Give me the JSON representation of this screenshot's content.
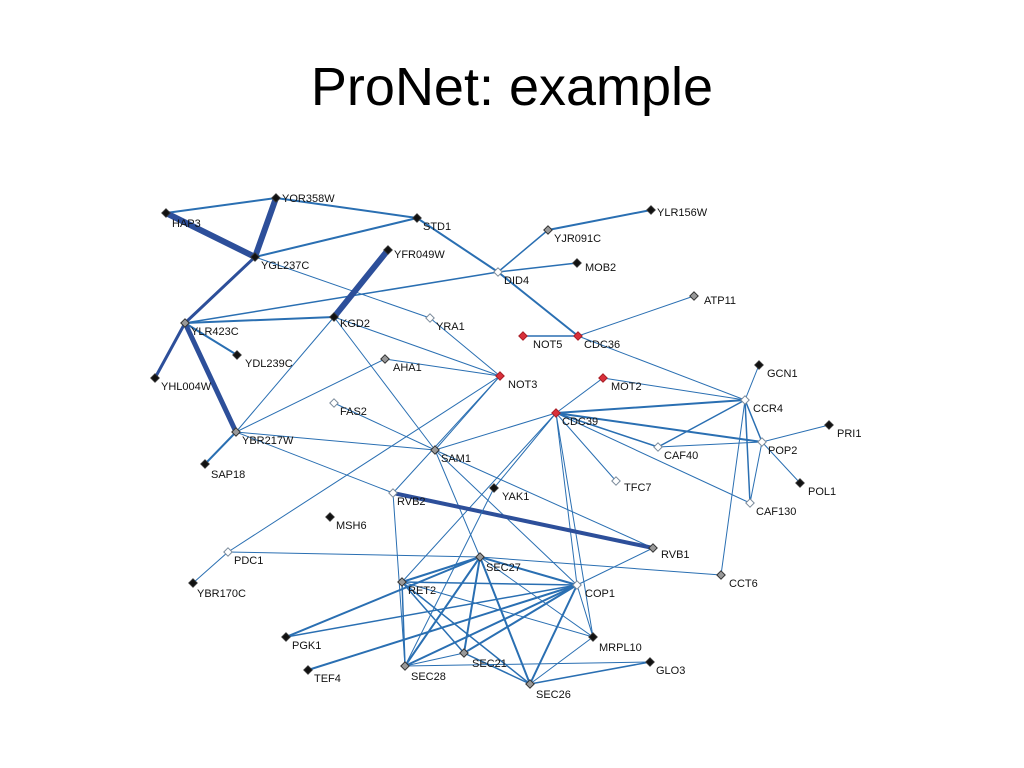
{
  "slide": {
    "title": "ProNet: example"
  },
  "colors": {
    "edge": "#2a6fb2",
    "edge_strong": "#2d4f9a",
    "node_black": "#111111",
    "node_white": "#ffffff",
    "node_gray": "#999999",
    "node_red": "#d9303a"
  },
  "network": {
    "nodes": [
      {
        "id": "YOR358W",
        "label": "YOR358W",
        "style": "black"
      },
      {
        "id": "HAP3",
        "label": "HAP3",
        "style": "black"
      },
      {
        "id": "STD1",
        "label": "STD1",
        "style": "black"
      },
      {
        "id": "YLR156W",
        "label": "YLR156W",
        "style": "black"
      },
      {
        "id": "YJR091C",
        "label": "YJR091C",
        "style": "gray"
      },
      {
        "id": "YGL237C",
        "label": "YGL237C",
        "style": "black"
      },
      {
        "id": "YFR049W",
        "label": "YFR049W",
        "style": "black"
      },
      {
        "id": "MOB2",
        "label": "MOB2",
        "style": "black"
      },
      {
        "id": "DID4",
        "label": "DID4",
        "style": "white"
      },
      {
        "id": "ATP11",
        "label": "ATP11",
        "style": "gray"
      },
      {
        "id": "YLR423C",
        "label": "YLR423C",
        "style": "gray"
      },
      {
        "id": "KGD2",
        "label": "KGD2",
        "style": "black"
      },
      {
        "id": "YRA1",
        "label": "YRA1",
        "style": "white"
      },
      {
        "id": "NOT5",
        "label": "NOT5",
        "style": "red"
      },
      {
        "id": "CDC36",
        "label": "CDC36",
        "style": "red"
      },
      {
        "id": "YDL239C",
        "label": "YDL239C",
        "style": "black"
      },
      {
        "id": "AHA1",
        "label": "AHA1",
        "style": "gray"
      },
      {
        "id": "GCN1",
        "label": "GCN1",
        "style": "black"
      },
      {
        "id": "NOT3",
        "label": "NOT3",
        "style": "red"
      },
      {
        "id": "MOT2",
        "label": "MOT2",
        "style": "red"
      },
      {
        "id": "YHL004W",
        "label": "YHL004W",
        "style": "black"
      },
      {
        "id": "CCR4",
        "label": "CCR4",
        "style": "white"
      },
      {
        "id": "FAS2",
        "label": "FAS2",
        "style": "white"
      },
      {
        "id": "CDC39",
        "label": "CDC39",
        "style": "red"
      },
      {
        "id": "PRI1",
        "label": "PRI1",
        "style": "black"
      },
      {
        "id": "YBR217W",
        "label": "YBR217W",
        "style": "gray"
      },
      {
        "id": "CAF40",
        "label": "CAF40",
        "style": "white"
      },
      {
        "id": "POP2",
        "label": "POP2",
        "style": "white"
      },
      {
        "id": "SAM1",
        "label": "SAM1",
        "style": "gray"
      },
      {
        "id": "SAP18",
        "label": "SAP18",
        "style": "black"
      },
      {
        "id": "TFC7",
        "label": "TFC7",
        "style": "white"
      },
      {
        "id": "YAK1",
        "label": "YAK1",
        "style": "black"
      },
      {
        "id": "POL1",
        "label": "POL1",
        "style": "black"
      },
      {
        "id": "RVB2",
        "label": "RVB2",
        "style": "white"
      },
      {
        "id": "CAF130",
        "label": "CAF130",
        "style": "white"
      },
      {
        "id": "MSH6",
        "label": "MSH6",
        "style": "black"
      },
      {
        "id": "RVB1",
        "label": "RVB1",
        "style": "gray"
      },
      {
        "id": "PDC1",
        "label": "PDC1",
        "style": "white"
      },
      {
        "id": "SEC27",
        "label": "SEC27",
        "style": "gray"
      },
      {
        "id": "CCT6",
        "label": "CCT6",
        "style": "gray"
      },
      {
        "id": "RET2",
        "label": "RET2",
        "style": "gray"
      },
      {
        "id": "COP1",
        "label": "COP1",
        "style": "white"
      },
      {
        "id": "YBR170C",
        "label": "YBR170C",
        "style": "black"
      },
      {
        "id": "PGK1",
        "label": "PGK1",
        "style": "black"
      },
      {
        "id": "MRPL10",
        "label": "MRPL10",
        "style": "black"
      },
      {
        "id": "SEC21",
        "label": "SEC21",
        "style": "gray"
      },
      {
        "id": "GLO3",
        "label": "GLO3",
        "style": "black"
      },
      {
        "id": "TEF4",
        "label": "TEF4",
        "style": "black"
      },
      {
        "id": "SEC28",
        "label": "SEC28",
        "style": "gray"
      },
      {
        "id": "SEC26",
        "label": "SEC26",
        "style": "gray"
      }
    ],
    "edges": [
      {
        "from": "HAP3",
        "to": "YOR358W",
        "weight": 2
      },
      {
        "from": "HAP3",
        "to": "YGL237C",
        "weight": 6
      },
      {
        "from": "YOR358W",
        "to": "YGL237C",
        "weight": 6
      },
      {
        "from": "YOR358W",
        "to": "STD1",
        "weight": 2
      },
      {
        "from": "YGL237C",
        "to": "STD1",
        "weight": 2
      },
      {
        "from": "YGL237C",
        "to": "YLR423C",
        "weight": 3
      },
      {
        "from": "YGL237C",
        "to": "YRA1",
        "weight": 1
      },
      {
        "from": "STD1",
        "to": "DID4",
        "weight": 2
      },
      {
        "from": "DID4",
        "to": "YJR091C",
        "weight": 1.5
      },
      {
        "from": "YJR091C",
        "to": "YLR156W",
        "weight": 2
      },
      {
        "from": "DID4",
        "to": "MOB2",
        "weight": 1.5
      },
      {
        "from": "DID4",
        "to": "CDC36",
        "weight": 2
      },
      {
        "from": "DID4",
        "to": "YLR423C",
        "weight": 1.5
      },
      {
        "from": "YFR049W",
        "to": "KGD2",
        "weight": 6
      },
      {
        "from": "KGD2",
        "to": "YLR423C",
        "weight": 2
      },
      {
        "from": "KGD2",
        "to": "SAM1",
        "weight": 1
      },
      {
        "from": "KGD2",
        "to": "YBR217W",
        "weight": 1
      },
      {
        "from": "KGD2",
        "to": "NOT3",
        "weight": 1
      },
      {
        "from": "NOT5",
        "to": "CDC36",
        "weight": 1.5
      },
      {
        "from": "CDC36",
        "to": "ATP11",
        "weight": 1
      },
      {
        "from": "CDC36",
        "to": "CCR4",
        "weight": 1
      },
      {
        "from": "YLR423C",
        "to": "YDL239C",
        "weight": 2
      },
      {
        "from": "YLR423C",
        "to": "YHL004W",
        "weight": 3
      },
      {
        "from": "YLR423C",
        "to": "YBR217W",
        "weight": 5
      },
      {
        "from": "AHA1",
        "to": "NOT3",
        "weight": 1
      },
      {
        "from": "AHA1",
        "to": "YBR217W",
        "weight": 1
      },
      {
        "from": "YRA1",
        "to": "NOT3",
        "weight": 1
      },
      {
        "from": "FAS2",
        "to": "SAM1",
        "weight": 1
      },
      {
        "from": "NOT3",
        "to": "SAM1",
        "weight": 1
      },
      {
        "from": "NOT3",
        "to": "RVB2",
        "weight": 1
      },
      {
        "from": "NOT3",
        "to": "PDC1",
        "weight": 1
      },
      {
        "from": "YBR217W",
        "to": "SAP18",
        "weight": 2
      },
      {
        "from": "YBR217W",
        "to": "SAM1",
        "weight": 1
      },
      {
        "from": "YBR217W",
        "to": "RVB2",
        "weight": 1
      },
      {
        "from": "CDC39",
        "to": "CCR4",
        "weight": 2
      },
      {
        "from": "CDC39",
        "to": "POP2",
        "weight": 2
      },
      {
        "from": "CDC39",
        "to": "CAF40",
        "weight": 1.5
      },
      {
        "from": "CDC39",
        "to": "CAF130",
        "weight": 1
      },
      {
        "from": "CDC39",
        "to": "TFC7",
        "weight": 1
      },
      {
        "from": "CDC39",
        "to": "SAM1",
        "weight": 1
      },
      {
        "from": "CDC39",
        "to": "YAK1",
        "weight": 1
      },
      {
        "from": "CDC39",
        "to": "RET2",
        "weight": 1
      },
      {
        "from": "CDC39",
        "to": "COP1",
        "weight": 1
      },
      {
        "from": "CDC39",
        "to": "MRPL10",
        "weight": 1
      },
      {
        "from": "CDC39",
        "to": "MOT2",
        "weight": 1
      },
      {
        "from": "MOT2",
        "to": "CCR4",
        "weight": 1
      },
      {
        "from": "CCR4",
        "to": "GCN1",
        "weight": 1
      },
      {
        "from": "CCR4",
        "to": "CAF40",
        "weight": 1.5
      },
      {
        "from": "CCR4",
        "to": "POP2",
        "weight": 1.5
      },
      {
        "from": "CCR4",
        "to": "CAF130",
        "weight": 1.5
      },
      {
        "from": "CCR4",
        "to": "CCT6",
        "weight": 1
      },
      {
        "from": "POP2",
        "to": "PRI1",
        "weight": 1
      },
      {
        "from": "POP2",
        "to": "POL1",
        "weight": 1
      },
      {
        "from": "POP2",
        "to": "CAF130",
        "weight": 1
      },
      {
        "from": "POP2",
        "to": "CAF40",
        "weight": 1
      },
      {
        "from": "SAM1",
        "to": "SEC27",
        "weight": 1
      },
      {
        "from": "SAM1",
        "to": "COP1",
        "weight": 1
      },
      {
        "from": "SAM1",
        "to": "RVB1",
        "weight": 1
      },
      {
        "from": "RVB2",
        "to": "RVB1",
        "weight": 4
      },
      {
        "from": "RVB2",
        "to": "SEC28",
        "weight": 1
      },
      {
        "from": "YAK1",
        "to": "SEC28",
        "weight": 1
      },
      {
        "from": "RVB1",
        "to": "COP1",
        "weight": 1
      },
      {
        "from": "PDC1",
        "to": "SEC27",
        "weight": 1
      },
      {
        "from": "SEC27",
        "to": "CCT6",
        "weight": 1
      },
      {
        "from": "SEC27",
        "to": "RET2",
        "weight": 2
      },
      {
        "from": "SEC27",
        "to": "COP1",
        "weight": 2
      },
      {
        "from": "SEC27",
        "to": "PGK1",
        "weight": 2
      },
      {
        "from": "SEC27",
        "to": "SEC28",
        "weight": 2
      },
      {
        "from": "SEC27",
        "to": "SEC21",
        "weight": 2
      },
      {
        "from": "SEC27",
        "to": "SEC26",
        "weight": 2
      },
      {
        "from": "SEC27",
        "to": "MRPL10",
        "weight": 1
      },
      {
        "from": "RET2",
        "to": "COP1",
        "weight": 1.5
      },
      {
        "from": "RET2",
        "to": "SEC21",
        "weight": 1.5
      },
      {
        "from": "RET2",
        "to": "SEC26",
        "weight": 1.5
      },
      {
        "from": "RET2",
        "to": "MRPL10",
        "weight": 1
      },
      {
        "from": "RET2",
        "to": "SEC28",
        "weight": 1.5
      },
      {
        "from": "COP1",
        "to": "SEC28",
        "weight": 2
      },
      {
        "from": "COP1",
        "to": "SEC21",
        "weight": 2
      },
      {
        "from": "COP1",
        "to": "SEC26",
        "weight": 2
      },
      {
        "from": "COP1",
        "to": "TEF4",
        "weight": 2
      },
      {
        "from": "COP1",
        "to": "MRPL10",
        "weight": 1
      },
      {
        "from": "COP1",
        "to": "PGK1",
        "weight": 1.5
      },
      {
        "from": "SEC21",
        "to": "SEC26",
        "weight": 1.5
      },
      {
        "from": "SEC21",
        "to": "SEC28",
        "weight": 1
      },
      {
        "from": "SEC26",
        "to": "GLO3",
        "weight": 1.5
      },
      {
        "from": "MRPL10",
        "to": "SEC26",
        "weight": 1
      },
      {
        "from": "SEC28",
        "to": "GLO3",
        "weight": 1
      },
      {
        "from": "PDC1",
        "to": "YBR170C",
        "weight": 1
      }
    ]
  }
}
